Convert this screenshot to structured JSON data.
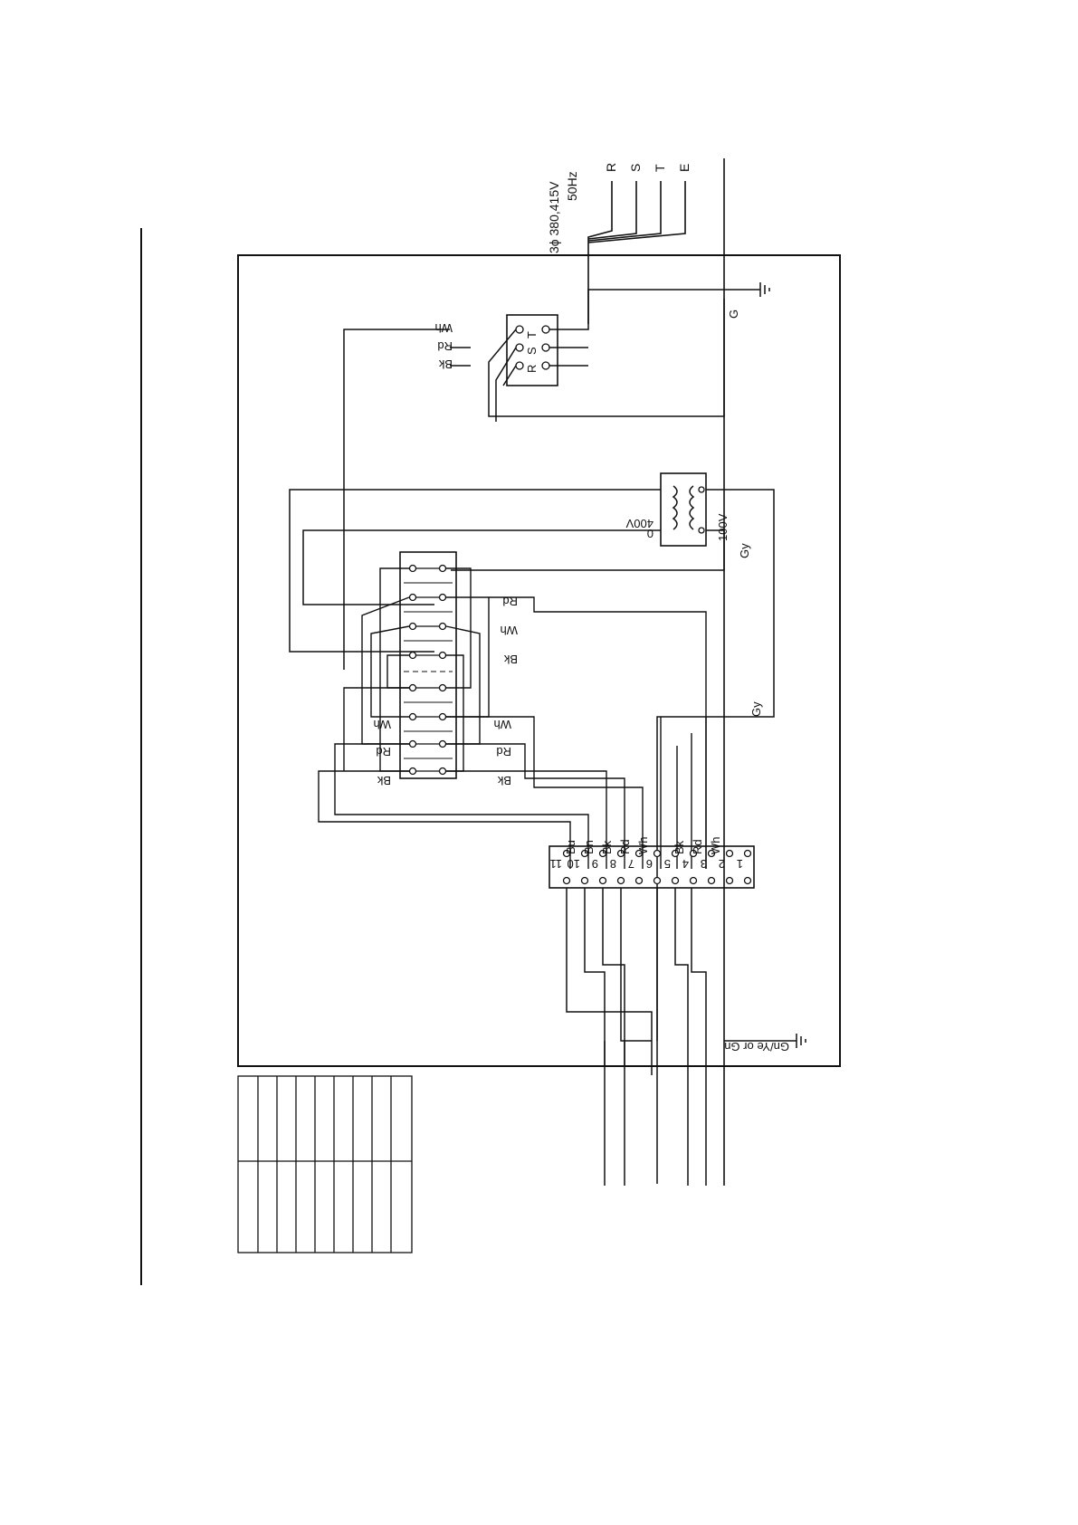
{
  "supply": {
    "voltage": "3ϕ 380,415V",
    "frequency": "50Hz",
    "phases": [
      "R",
      "S",
      "T",
      "E"
    ]
  },
  "main_terminal": {
    "labels": [
      "R",
      "S",
      "T"
    ]
  },
  "main_wires": [
    "Bk",
    "Rd",
    "Wh"
  ],
  "ground_symbol": "G",
  "transformer": {
    "primary": "400V",
    "secondary": "100V",
    "zero": "0",
    "gray": "Gy"
  },
  "switch_wires": {
    "rd": "Rd",
    "wh": "Wh",
    "bk": "Bk"
  },
  "relay_left_labels": [
    "Bk",
    "Rd",
    "Wh"
  ],
  "relay_right_labels": [
    "Bk",
    "Rd",
    "Wh"
  ],
  "gray_wire": "Gy",
  "terminal_block": {
    "numbers": [
      "11",
      "10",
      "9",
      "8",
      "7",
      "6",
      "5",
      "4",
      "3",
      "2",
      "1"
    ],
    "wire_colors": [
      "Bu",
      "Bn",
      "Bk",
      "Rd",
      "Wh",
      "Bk",
      "Rd",
      "Wh"
    ]
  },
  "earth_label": "Gn/Ye or Gn"
}
